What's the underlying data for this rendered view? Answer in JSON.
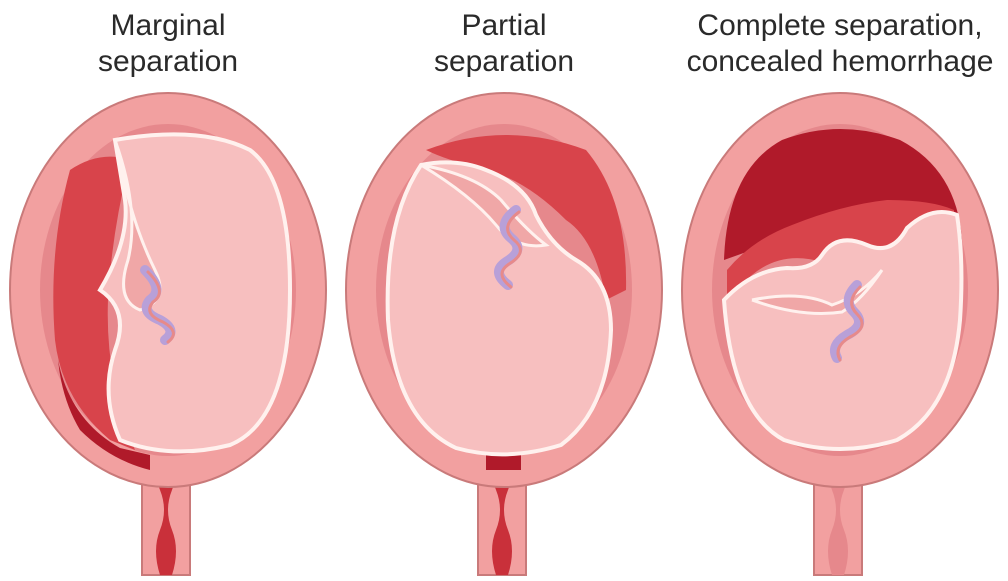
{
  "panels": [
    {
      "id": "marginal",
      "title_lines": [
        "Marginal",
        "separation"
      ]
    },
    {
      "id": "partial",
      "title_lines": [
        "Partial",
        "separation"
      ]
    },
    {
      "id": "complete",
      "title_lines": [
        "Complete separation,",
        "concealed hemorrhage"
      ]
    }
  ],
  "colors": {
    "uterine_wall": "#f2a0a0",
    "wall_outline": "#c97a7a",
    "amniotic_sac": "#f7bfbf",
    "membrane_edge": "#fff1ee",
    "hemorrhage": "#d8444b",
    "hemorrhage_dark": "#b01a2a",
    "cord": "#b8a0d8",
    "cord_artery": "#e78a8a"
  }
}
